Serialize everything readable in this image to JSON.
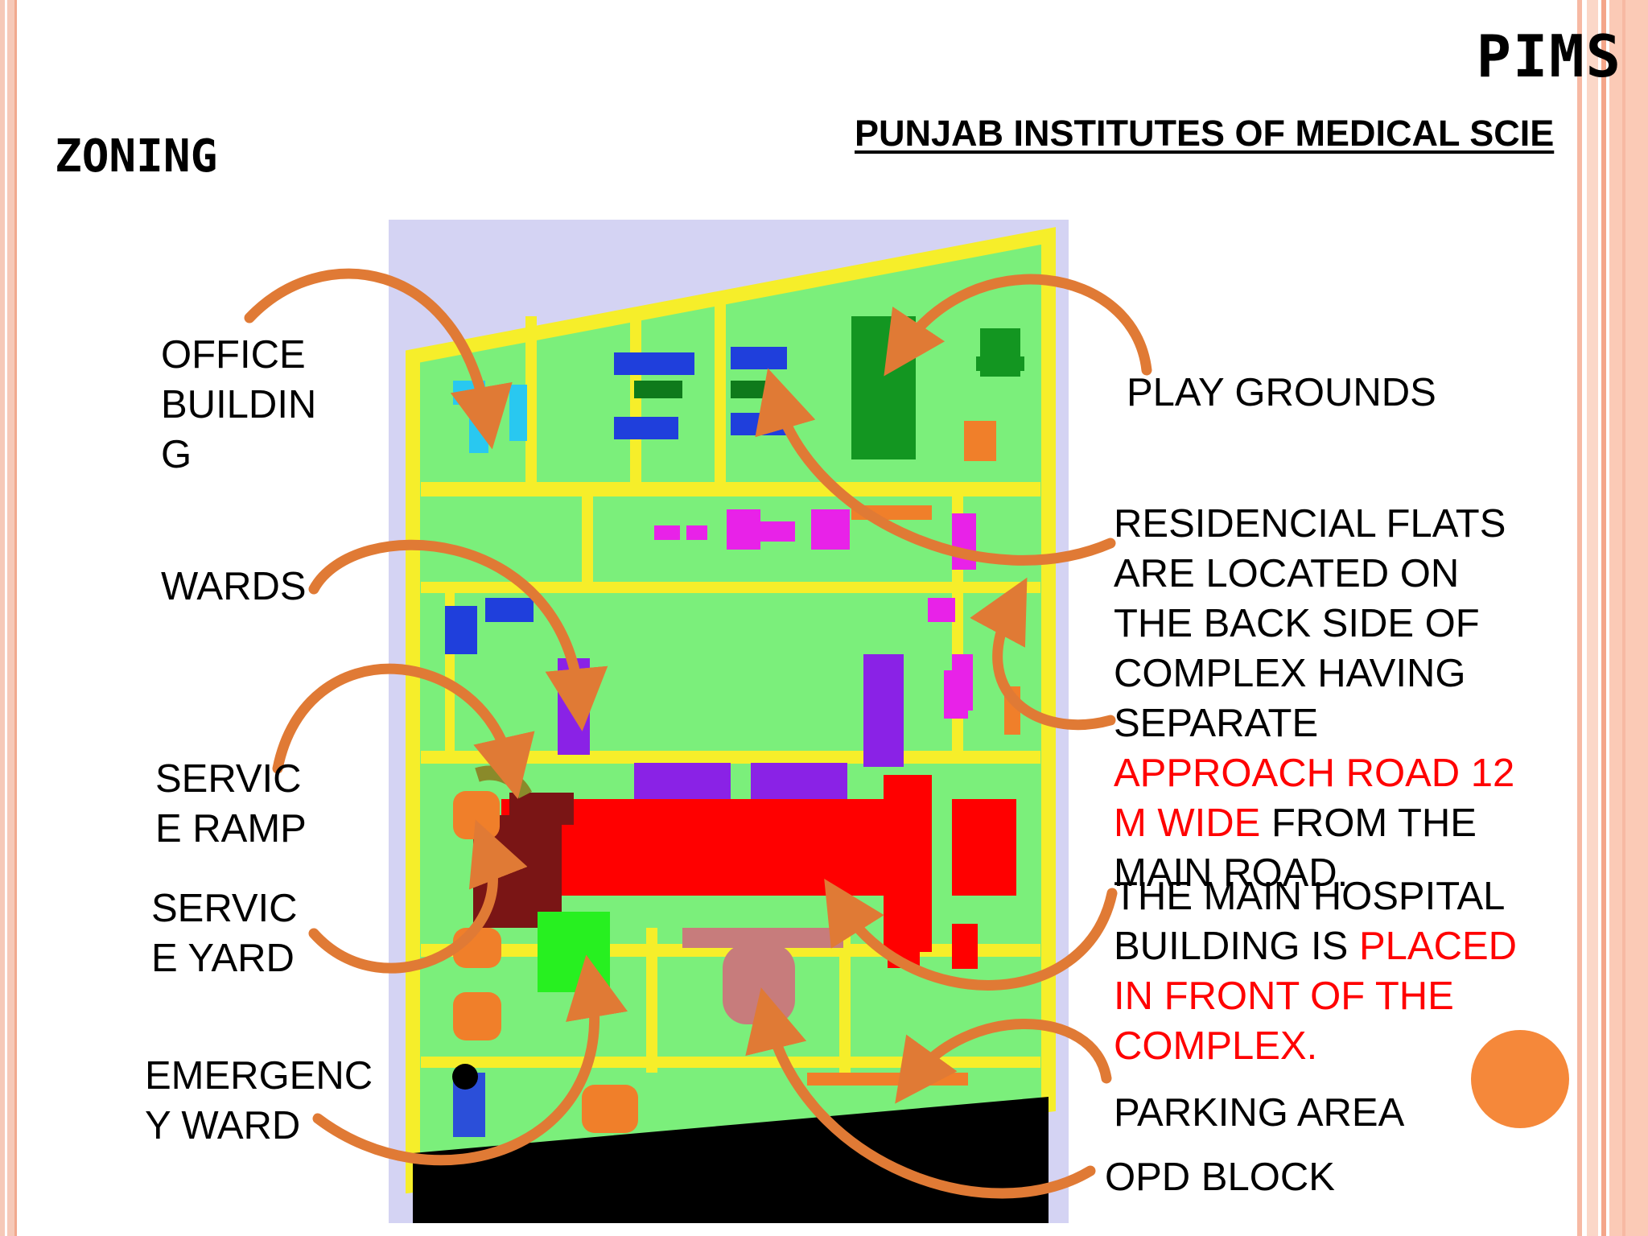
{
  "slide": {
    "header": "PIMS",
    "title": "ZONING",
    "subtitle": "PUNJAB INSTITUTES OF MEDICAL SCIE"
  },
  "labels": {
    "office_building": [
      "OFFICE",
      "BUILDIN",
      "G"
    ],
    "wards": [
      "WARDS"
    ],
    "service_ramp": [
      "SERVIC",
      "E RAMP"
    ],
    "service_yard": [
      "SERVIC",
      "E YARD"
    ],
    "emergency_ward": [
      "EMERGENC",
      "Y WARD"
    ],
    "play_grounds": "PLAY GROUNDS",
    "residential": {
      "lines": [
        "RESIDENCIAL FLATS",
        "ARE LOCATED ON",
        "THE BACK SIDE OF",
        "COMPLEX HAVING",
        "SEPARATE"
      ],
      "highlight_1": "APPROACH ROAD 12",
      "highlight_2": "M WIDE",
      "tail_1": " FROM THE",
      "tail_2": "MAIN ROAD."
    },
    "main_hospital": {
      "line_1": "THE MAIN HOSPITAL",
      "line_2_prefix": "BUILDING IS ",
      "line_2_highlight": "PLACED",
      "highlight_3": "IN FRONT OF THE",
      "highlight_4": "COMPLEX."
    },
    "parking_area": "PARKING AREA",
    "opd_block": "OPD BLOCK"
  },
  "colors": {
    "arrow": "#e07a35",
    "highlight_text": "#ff0000",
    "accent_dot": "#f5883a"
  }
}
